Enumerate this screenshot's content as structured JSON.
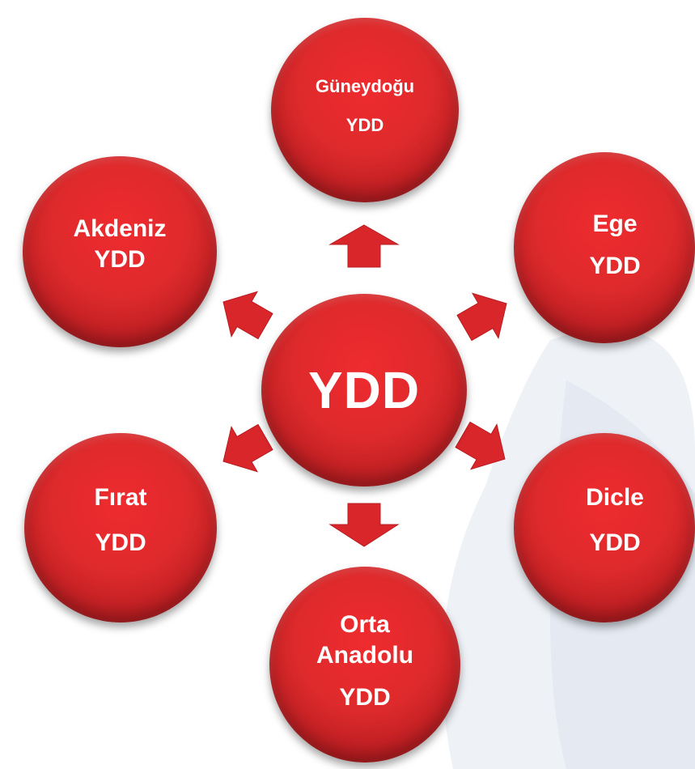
{
  "center": {
    "label": "YDD"
  },
  "nodes": {
    "guneydogu": {
      "name": "Güneydoğu",
      "suffix": "YDD"
    },
    "ege": {
      "name": "Ege",
      "suffix": "YDD"
    },
    "akdeniz": {
      "name": "Akdeniz",
      "suffix": "YDD"
    },
    "firat": {
      "name": "Fırat",
      "suffix": "YDD"
    },
    "dicle": {
      "name": "Dicle",
      "suffix": "YDD"
    },
    "orta_anadolu": {
      "name_line1": "Orta",
      "name_line2": "Anadolu",
      "suffix": "YDD"
    }
  },
  "colors": {
    "node_red": "#de2a2c",
    "arrow_red": "#d9262b",
    "watermark": "#e9eef6"
  }
}
